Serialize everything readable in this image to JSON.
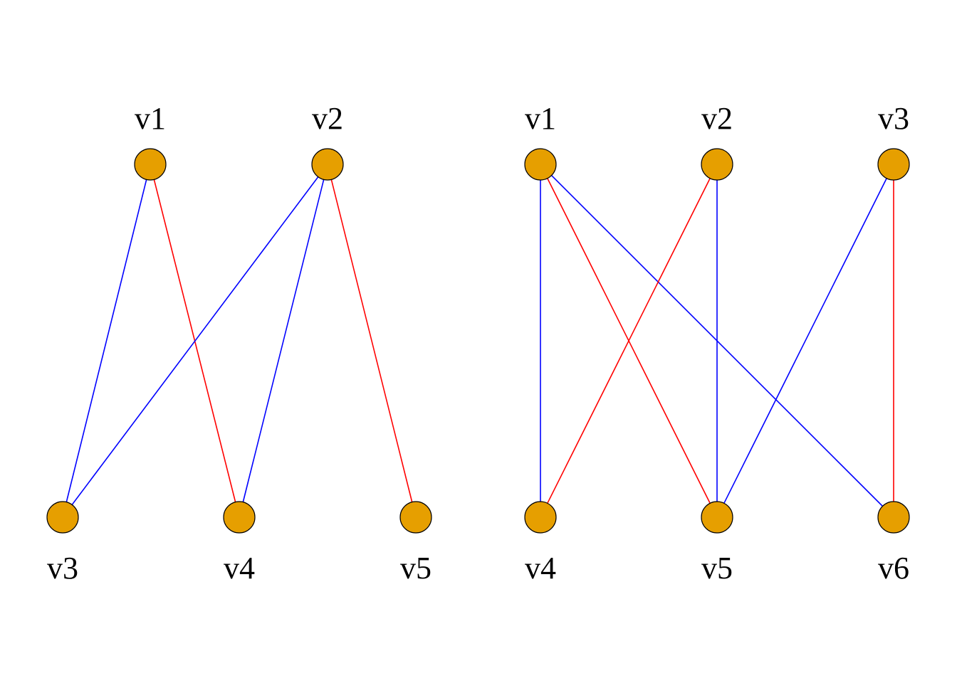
{
  "colors": {
    "node_fill": "#E69F00",
    "node_stroke": "#000000",
    "blue_edge": "#0000FF",
    "red_edge": "#FF0000",
    "background": "#FFFFFF"
  },
  "graphs": [
    {
      "top": [
        {
          "id": "t1",
          "label": "v1"
        },
        {
          "id": "t2",
          "label": "v2"
        }
      ],
      "bottom": [
        {
          "id": "b3",
          "label": "v3"
        },
        {
          "id": "b4",
          "label": "v4"
        },
        {
          "id": "b5",
          "label": "v5"
        }
      ],
      "edges": [
        {
          "from": "t1",
          "to": "b3",
          "color": "blue"
        },
        {
          "from": "t1",
          "to": "b4",
          "color": "red"
        },
        {
          "from": "t2",
          "to": "b3",
          "color": "blue"
        },
        {
          "from": "t2",
          "to": "b4",
          "color": "blue"
        },
        {
          "from": "t2",
          "to": "b5",
          "color": "red"
        }
      ]
    },
    {
      "top": [
        {
          "id": "t1",
          "label": "v1"
        },
        {
          "id": "t2",
          "label": "v2"
        },
        {
          "id": "t3",
          "label": "v3"
        }
      ],
      "bottom": [
        {
          "id": "b4",
          "label": "v4"
        },
        {
          "id": "b5",
          "label": "v5"
        },
        {
          "id": "b6",
          "label": "v6"
        }
      ],
      "edges": [
        {
          "from": "t1",
          "to": "b4",
          "color": "blue"
        },
        {
          "from": "t1",
          "to": "b5",
          "color": "red"
        },
        {
          "from": "t1",
          "to": "b6",
          "color": "blue"
        },
        {
          "from": "t2",
          "to": "b4",
          "color": "red"
        },
        {
          "from": "t2",
          "to": "b5",
          "color": "blue"
        },
        {
          "from": "t3",
          "to": "b5",
          "color": "blue"
        },
        {
          "from": "t3",
          "to": "b6",
          "color": "red"
        }
      ]
    }
  ]
}
